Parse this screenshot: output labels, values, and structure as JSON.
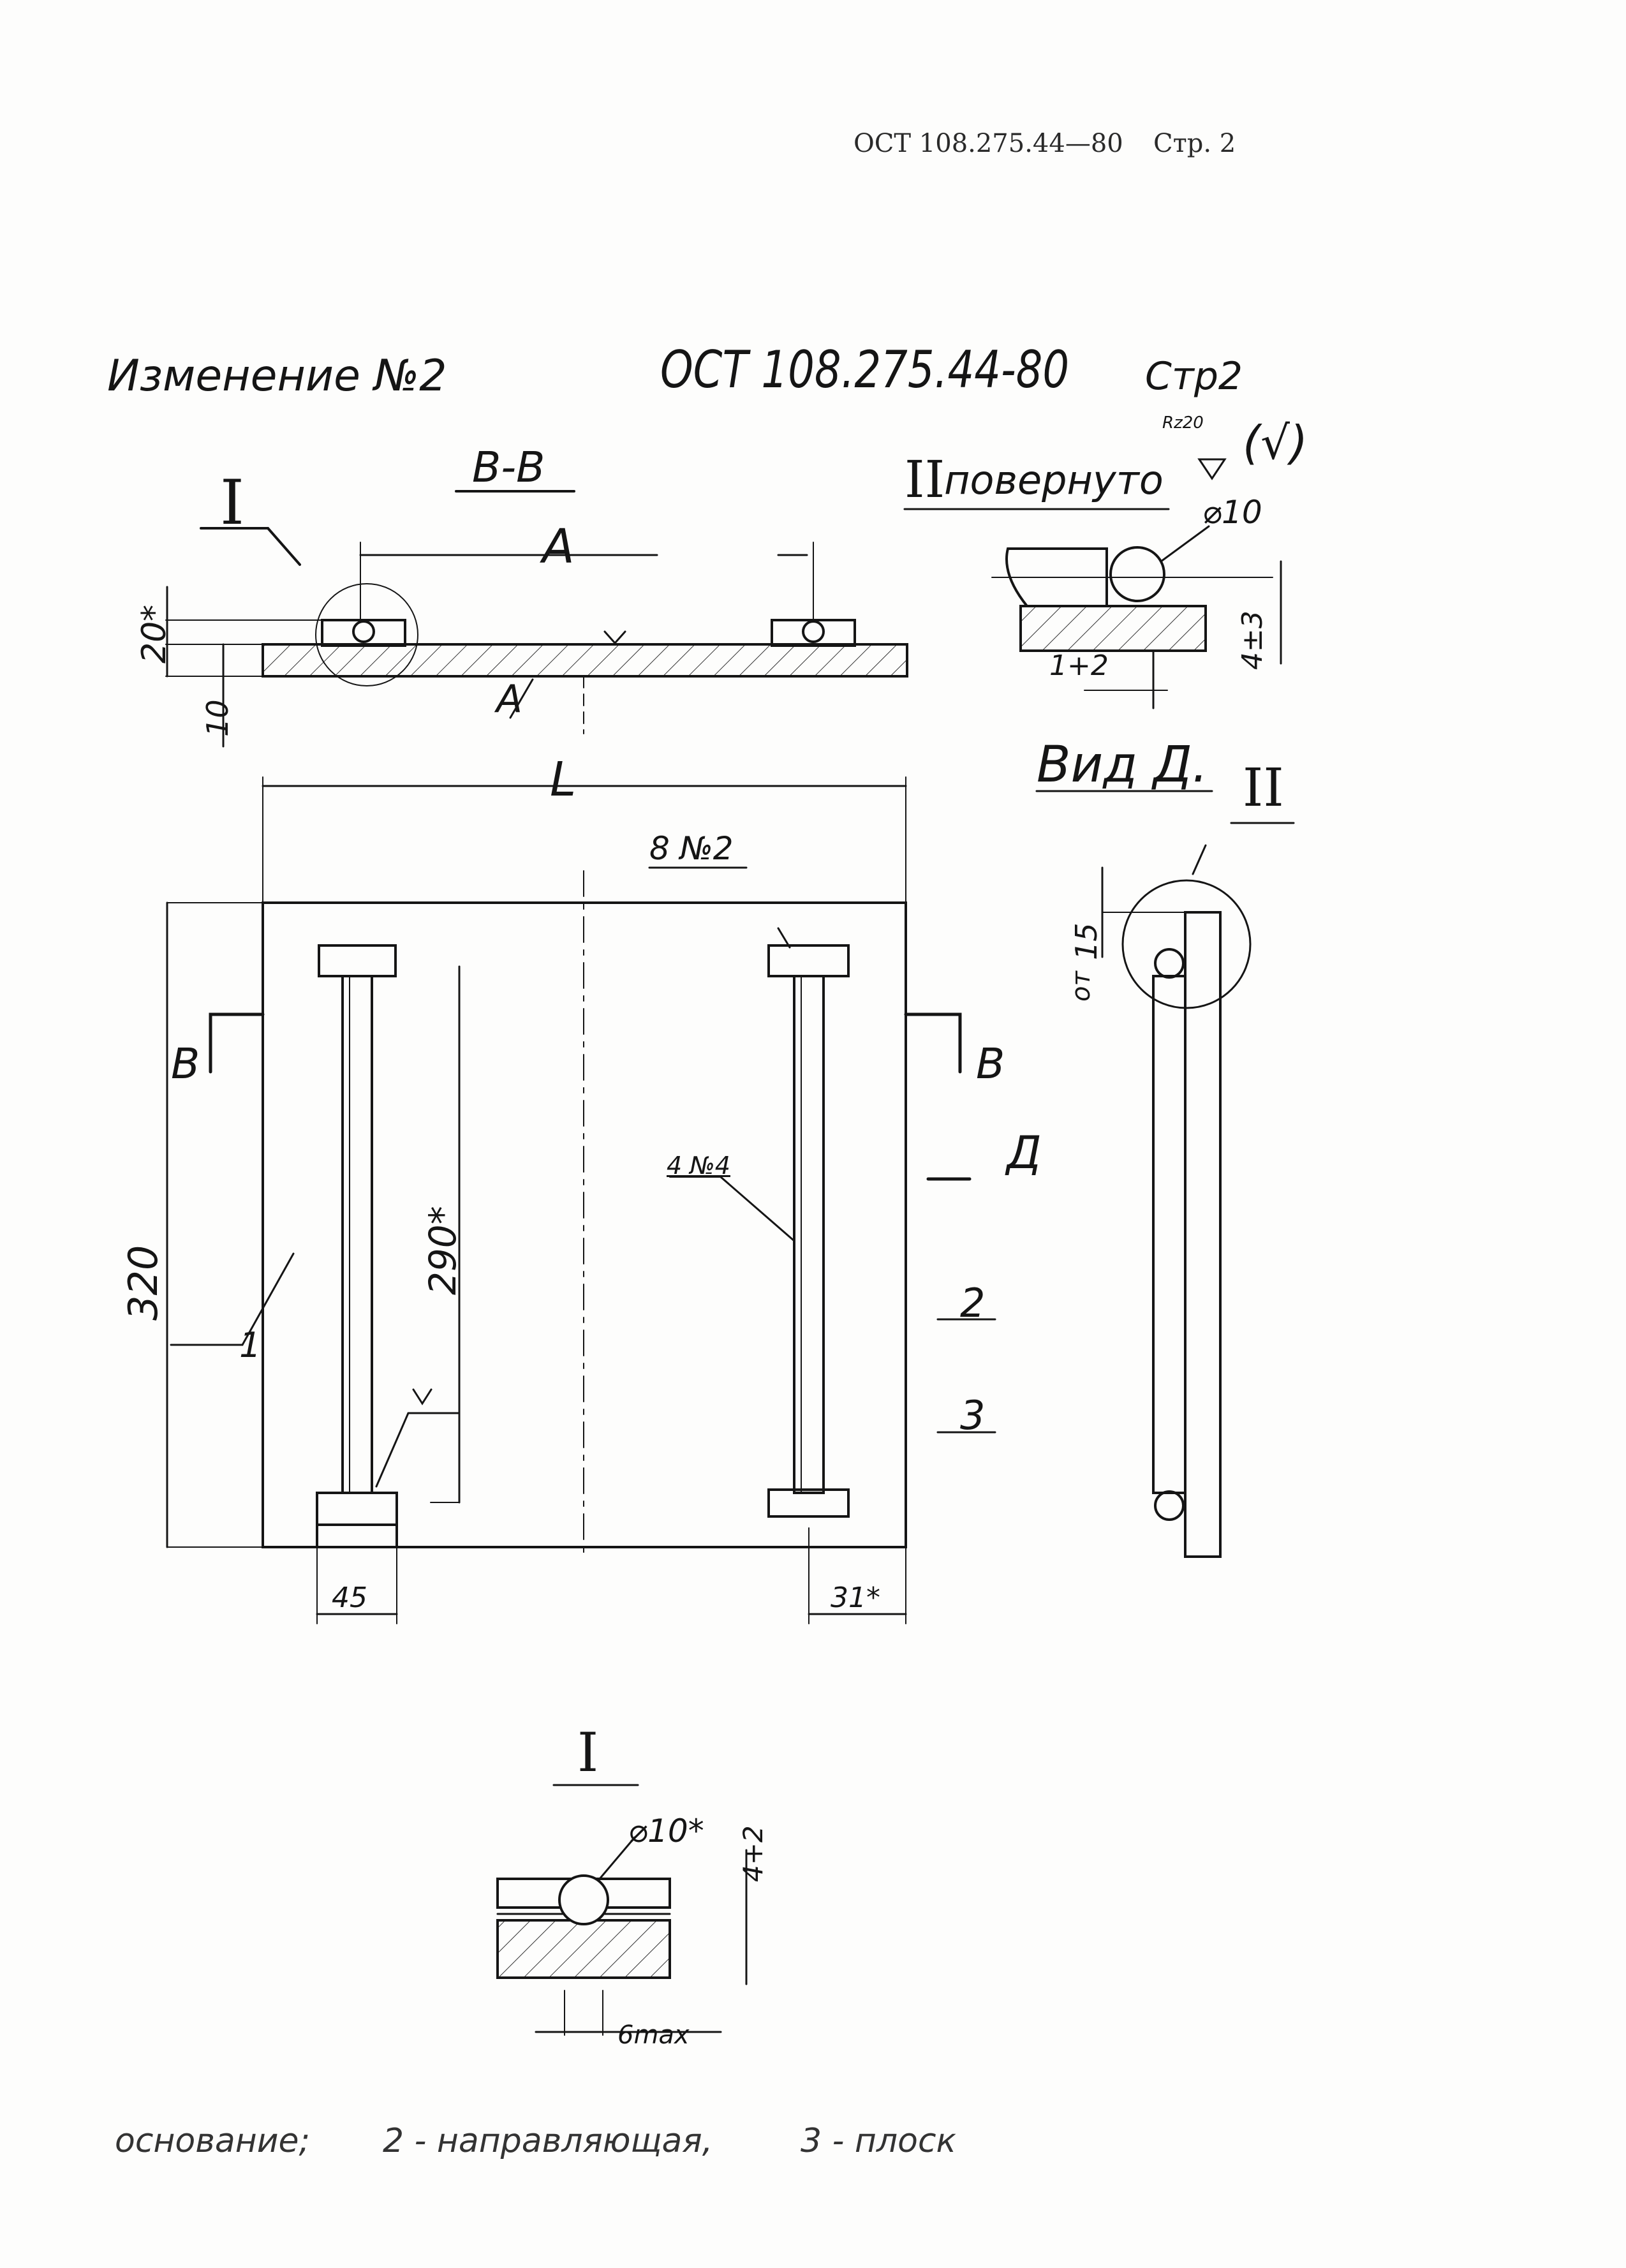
{
  "header": {
    "standard": "ОСТ 108.275.44—80",
    "page": "Стр. 2"
  },
  "sheet": {
    "title": "Изменение №2",
    "standard": "ОСТ 108.275.44-80",
    "page": "Стр2"
  },
  "roughness": {
    "value": "Rz20",
    "bracket": "(√)"
  },
  "section_bb": {
    "title": "В-В",
    "callout": "I",
    "dim_a": "А",
    "label_a": "А",
    "dim_20": "20*",
    "dim_10": "10"
  },
  "detail_ii": {
    "numeral": "II",
    "title": "повернуто",
    "diameter": "⌀10",
    "dim_left": "1+2",
    "dim_right": "4±3"
  },
  "plan": {
    "dim_length": "L",
    "note_8": "8 №2",
    "dim_320": "320",
    "dim_290": "290*",
    "note_4": "4 №4",
    "dim_45": "45",
    "dim_31": "31*",
    "cut_left": "В",
    "cut_right": "В",
    "view_arrow": "Д",
    "item_1": "1",
    "item_2": "2",
    "item_3": "3"
  },
  "view_d": {
    "title": "Вид Д.",
    "callout": "II",
    "dim": "15",
    "dim_prefix": "от"
  },
  "detail_i": {
    "numeral": "I",
    "diameter": "⌀10*",
    "dim_right": "4+2",
    "dim_bottom": "6max"
  },
  "legend": {
    "item_1": "основание;",
    "item_2": "2 - направляющая,",
    "item_3": "3 - плоск"
  }
}
